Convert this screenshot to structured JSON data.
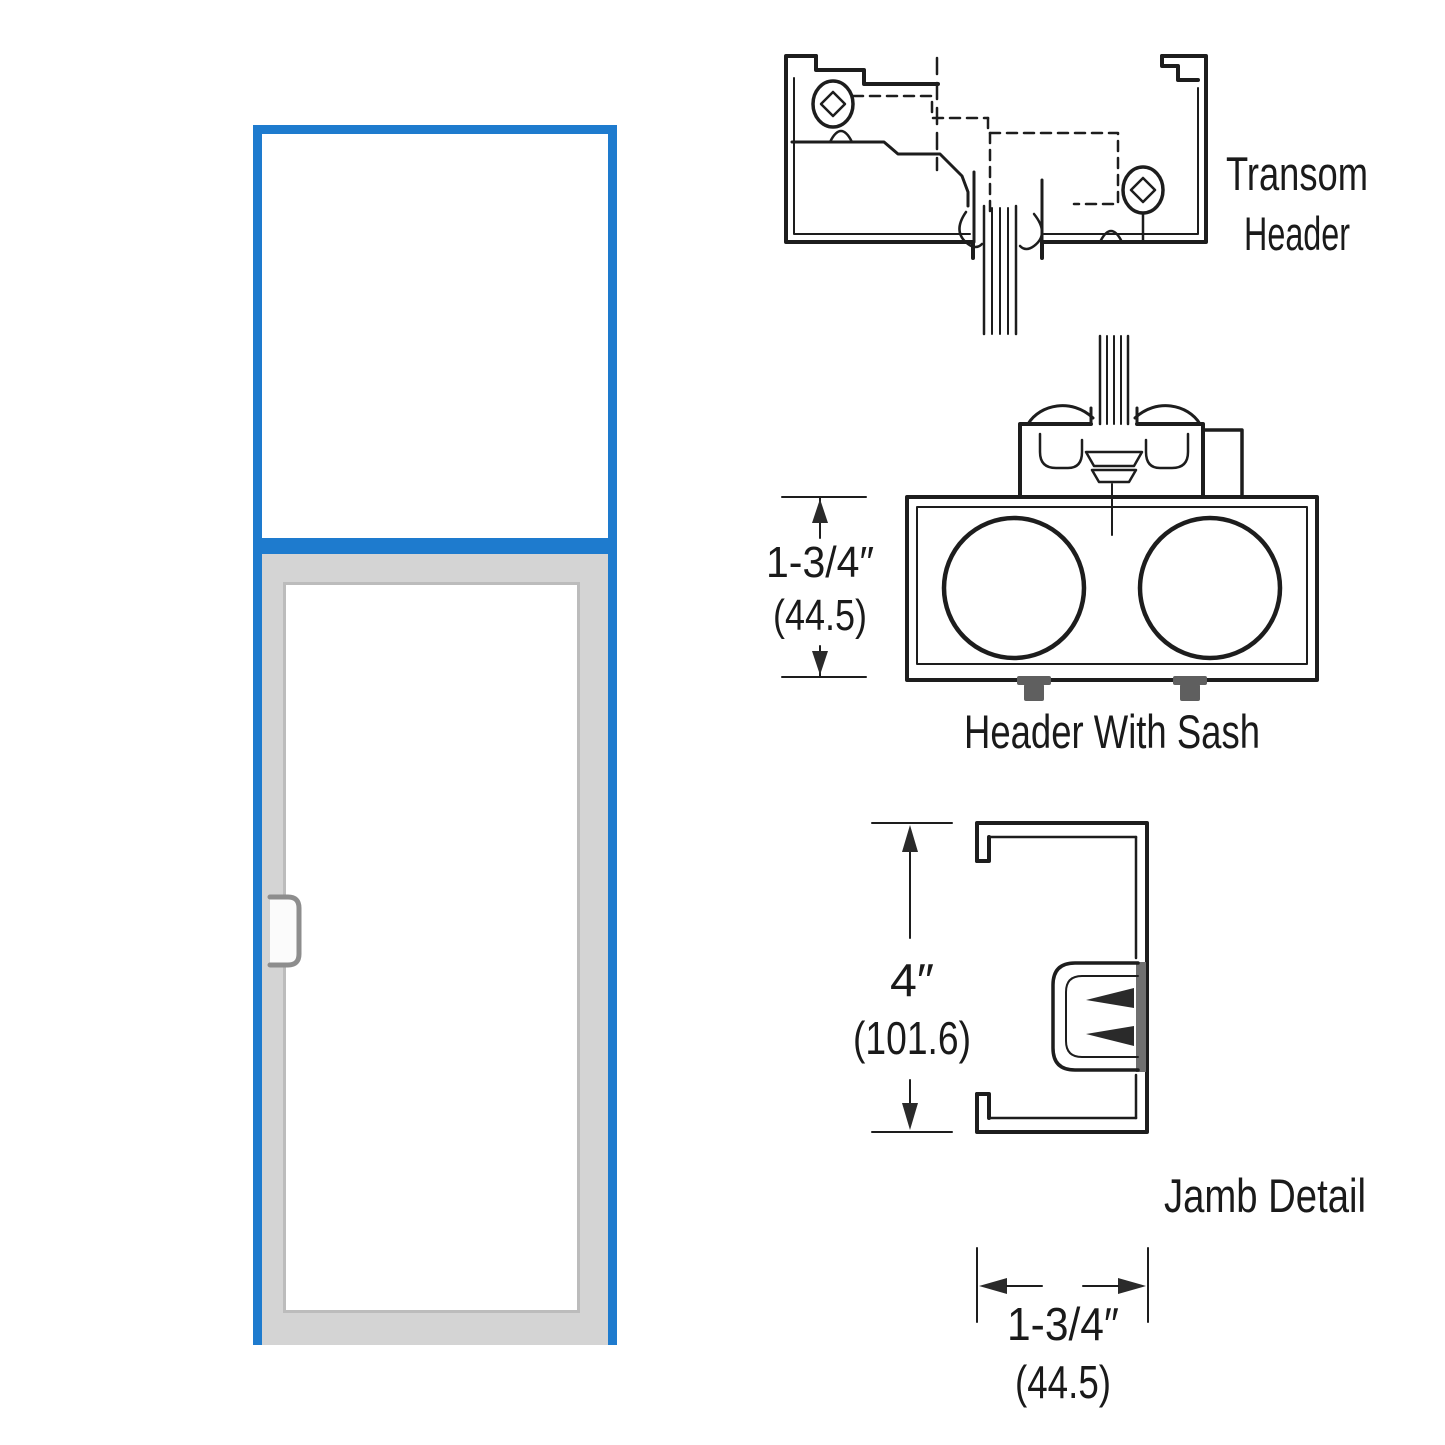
{
  "page": {
    "background": "#ffffff"
  },
  "colors": {
    "frame_blue": "#1e7bce",
    "door_gray": "#d4d4d4",
    "door_edge_gray": "#bcbcbc",
    "drawing_line": "#1d1d1d",
    "gasket_dark": "#5f5f5f"
  },
  "details": {
    "transom_header": {
      "label_line1": "Transom",
      "label_line2": "Header"
    },
    "header_with_sash": {
      "label": "Header With Sash",
      "height_in": "1-3/4″",
      "height_mm": "(44.5)"
    },
    "jamb": {
      "label": "Jamb Detail",
      "height_in": "4″",
      "height_mm": "(101.6)",
      "width_in": "1-3/4″",
      "width_mm": "(44.5)"
    }
  }
}
